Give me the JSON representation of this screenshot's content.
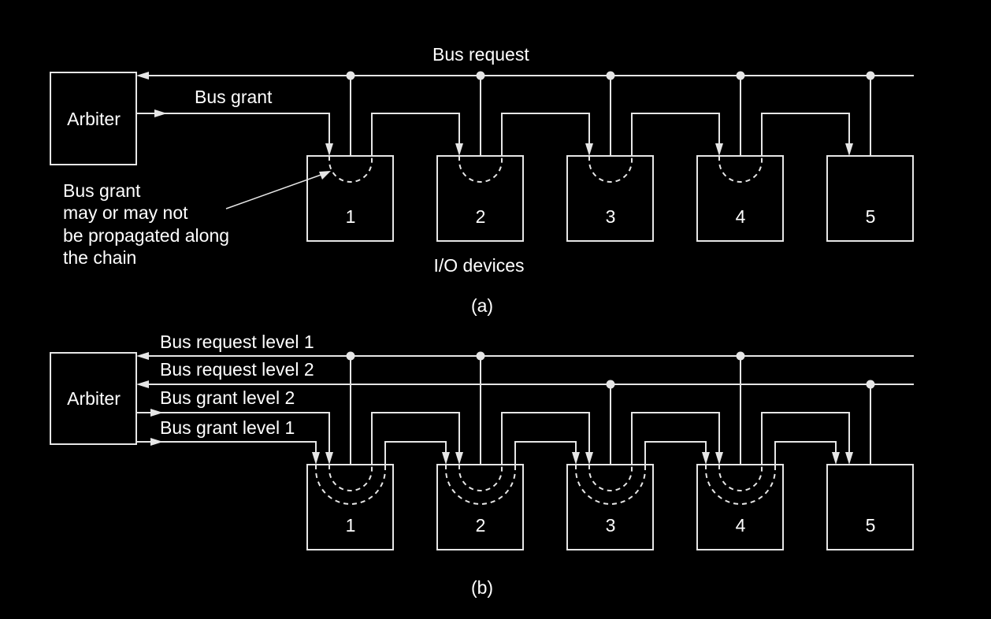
{
  "diagram_a": {
    "arbiter": "Arbiter",
    "bus_request": "Bus request",
    "bus_grant": "Bus grant",
    "note_lines": [
      "Bus grant",
      "may or may not",
      "be propagated along",
      "the chain"
    ],
    "devices": [
      "1",
      "2",
      "3",
      "4",
      "5"
    ],
    "devices_caption": "I/O devices",
    "caption": "(a)"
  },
  "diagram_b": {
    "arbiter": "Arbiter",
    "bus_request_level_1": "Bus request level 1",
    "bus_request_level_2": "Bus request level 2",
    "bus_grant_level_2": "Bus grant level 2",
    "bus_grant_level_1": "Bus grant level 1",
    "devices": [
      "1",
      "2",
      "3",
      "4",
      "5"
    ],
    "caption": "(b)"
  },
  "colors": {
    "background": "#000000",
    "foreground": "#e6e6e6"
  }
}
